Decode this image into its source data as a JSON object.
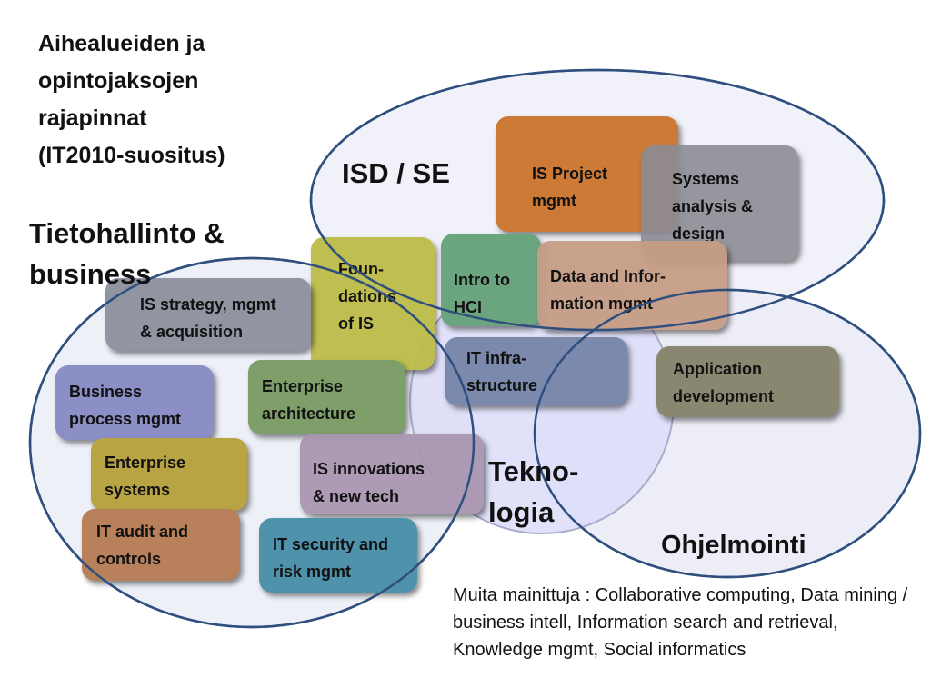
{
  "title": "Aihealueiden ja\nopintojaksojen\nrajapinnat\n(IT2010-suositus)",
  "regions": {
    "isd_se": "ISD / SE",
    "tietohallinto": "Tietohallinto &\nbusiness",
    "teknologia": "Tekno-\nlogia",
    "ohjelmointi": "Ohjelmointi"
  },
  "boxes": {
    "is_project_mgmt": "IS Project\nmgmt",
    "systems_analysis": "Systems\nanalysis &\ndesign",
    "foundations": "Foun-\ndations\nof IS",
    "intro_hci": "Intro to\nHCI",
    "data_info_mgmt": "Data and Infor-\nmation mgmt",
    "is_strategy": "IS strategy,   mgmt\n& acquisition",
    "it_infrastructure": "IT infra-\nstructure",
    "application_development": "Application\ndevelopment",
    "business_process": "Business\nprocess mgmt",
    "enterprise_architecture": "Enterprise\narchitecture",
    "enterprise_systems": "Enterprise\nsystems",
    "is_innovations": "IS innovations\n& new tech",
    "it_audit": "IT audit and\ncontrols",
    "it_security": "IT security and\nrisk mgmt"
  },
  "colors": {
    "ellipse_stroke": "#2f4f7f",
    "ellipse_fill": "#eef0f8",
    "tekno_fill": "#dcdcf8",
    "is_project": "#cd7a36",
    "systems_analysis": "#8f8f95",
    "foundations": "#bcbc4a",
    "intro_hci": "#6aa57f",
    "data_info": "#c7a089",
    "is_strategy": "#8a8f9c",
    "it_infra": "#7a89ac",
    "app_dev": "#8a8770",
    "business_process": "#8c8ec6",
    "ent_arch": "#7f9f6a",
    "ent_systems": "#b9a444",
    "is_innov": "#a995b0",
    "it_audit": "#b9805c",
    "it_security": "#4e92ab"
  },
  "note": "Muita mainittuja : Collaborative computing, Data mining / business intell, Information search and retrieval, Knowledge mgmt, Social informatics"
}
